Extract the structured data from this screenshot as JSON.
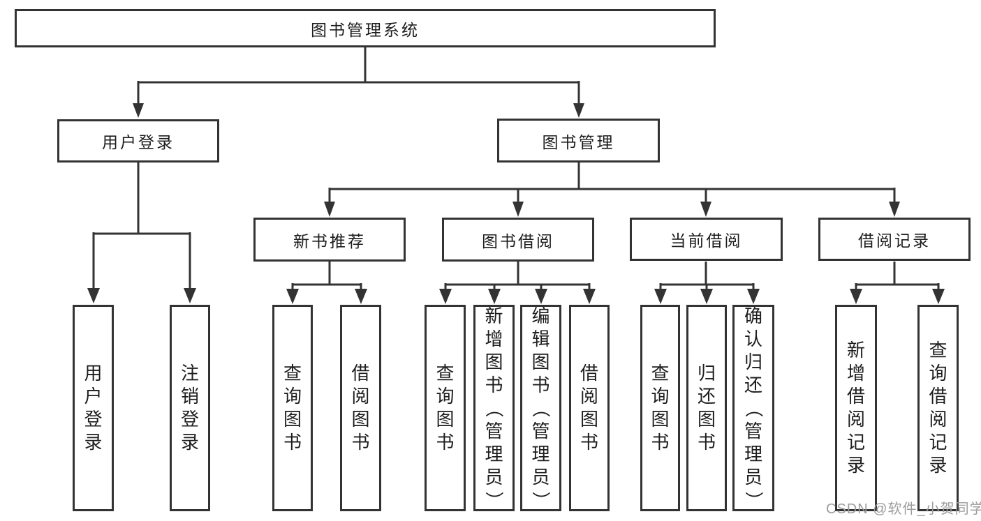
{
  "diagram": {
    "root": "图书管理系统",
    "level2": {
      "login": "用户登录",
      "manage": "图书管理"
    },
    "level3": {
      "recommend": "新书推荐",
      "borrow": "图书借阅",
      "current": "当前借阅",
      "records": "借阅记录"
    },
    "leaves": {
      "login": [
        "用户登录",
        "注销登录"
      ],
      "recommend": [
        "查询图书",
        "借阅图书"
      ],
      "borrow": [
        "查询图书",
        "新增图书（管理员）",
        "编辑图书（管理员）",
        "借阅图书"
      ],
      "current": [
        "查询图书",
        "归还图书",
        "确认归还（管理员）"
      ],
      "records": [
        "新增借阅记录",
        "查询借阅记录"
      ]
    },
    "colors": {
      "line": "#333333",
      "text": "#1d1d1d",
      "watermark": "#9c9c9c"
    }
  },
  "watermark": "CSDN @软件_小贺同学"
}
